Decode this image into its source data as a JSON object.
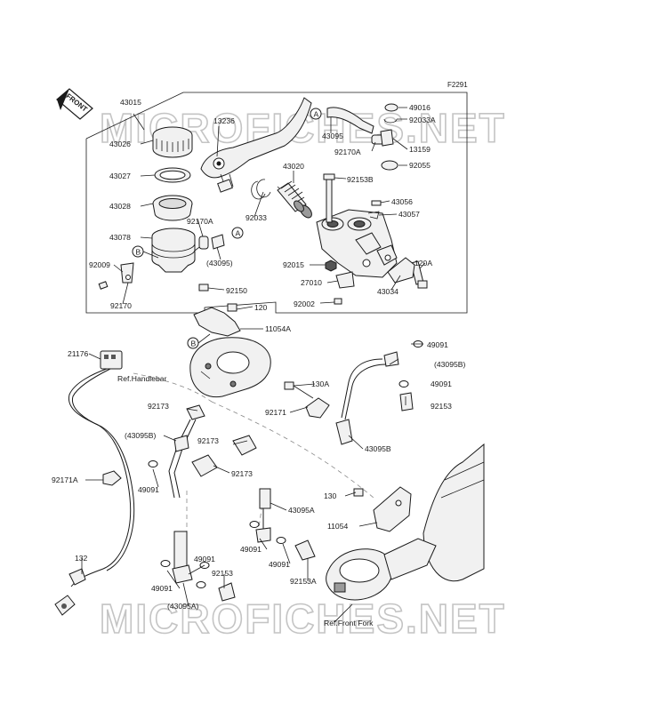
{
  "figure_code": "F2291",
  "front_arrow": "FRONT",
  "watermark": "MICROFICHES.NET",
  "callouts": [
    {
      "id": "43015",
      "text": "43015"
    },
    {
      "id": "43026",
      "text": "43026"
    },
    {
      "id": "43027",
      "text": "43027"
    },
    {
      "id": "43028",
      "text": "43028"
    },
    {
      "id": "43078",
      "text": "43078"
    },
    {
      "id": "92009",
      "text": "92009"
    },
    {
      "id": "92170",
      "text": "92170"
    },
    {
      "id": "13236",
      "text": "13236"
    },
    {
      "id": "92170A-1",
      "text": "92170A"
    },
    {
      "id": "43095-paren",
      "text": "(43095)"
    },
    {
      "id": "92033",
      "text": "92033"
    },
    {
      "id": "43020",
      "text": "43020"
    },
    {
      "id": "92153B",
      "text": "92153B"
    },
    {
      "id": "43095-top",
      "text": "43095"
    },
    {
      "id": "92170A-2",
      "text": "92170A"
    },
    {
      "id": "49016",
      "text": "49016"
    },
    {
      "id": "92033A",
      "text": "92033A"
    },
    {
      "id": "13159",
      "text": "13159"
    },
    {
      "id": "92055",
      "text": "92055"
    },
    {
      "id": "43056",
      "text": "43056"
    },
    {
      "id": "43057",
      "text": "43057"
    },
    {
      "id": "92015",
      "text": "92015"
    },
    {
      "id": "27010",
      "text": "27010"
    },
    {
      "id": "120A",
      "text": "120A"
    },
    {
      "id": "43034",
      "text": "43034"
    },
    {
      "id": "92150",
      "text": "92150"
    },
    {
      "id": "92002",
      "text": "92002"
    },
    {
      "id": "120",
      "text": "120"
    },
    {
      "id": "11054A",
      "text": "11054A"
    },
    {
      "id": "49091-a",
      "text": "49091"
    },
    {
      "id": "21176",
      "text": "21176"
    },
    {
      "id": "ref-handlebar",
      "text": "Ref.Handlebar"
    },
    {
      "id": "130A",
      "text": "130A"
    },
    {
      "id": "43095B-paren",
      "text": "(43095B)"
    },
    {
      "id": "49091-b",
      "text": "49091"
    },
    {
      "id": "92153",
      "text": "92153"
    },
    {
      "id": "92173-a",
      "text": "92173"
    },
    {
      "id": "92171",
      "text": "92171"
    },
    {
      "id": "43095B-paren-2",
      "text": "(43095B)"
    },
    {
      "id": "92173-b",
      "text": "92173"
    },
    {
      "id": "43095B",
      "text": "43095B"
    },
    {
      "id": "49091-c",
      "text": "49091"
    },
    {
      "id": "92173-c",
      "text": "92173"
    },
    {
      "id": "92171A",
      "text": "92171A"
    },
    {
      "id": "130",
      "text": "130"
    },
    {
      "id": "43095A",
      "text": "43095A"
    },
    {
      "id": "11054",
      "text": "11054"
    },
    {
      "id": "49091-d",
      "text": "49091"
    },
    {
      "id": "49091-e",
      "text": "49091"
    },
    {
      "id": "132",
      "text": "132"
    },
    {
      "id": "49091-f",
      "text": "49091"
    },
    {
      "id": "92153A",
      "text": "92153A"
    },
    {
      "id": "49091-g",
      "text": "49091"
    },
    {
      "id": "92153-b",
      "text": "92153"
    },
    {
      "id": "49091-h",
      "text": "49091"
    },
    {
      "id": "43095A-paren",
      "text": "(43095A)"
    },
    {
      "id": "ref-front-fork",
      "text": "Ref.Front Fork"
    }
  ],
  "markers": [
    {
      "id": "A-1",
      "text": "A"
    },
    {
      "id": "A-2",
      "text": "A"
    },
    {
      "id": "B-1",
      "text": "B"
    },
    {
      "id": "B-2",
      "text": "B"
    }
  ]
}
